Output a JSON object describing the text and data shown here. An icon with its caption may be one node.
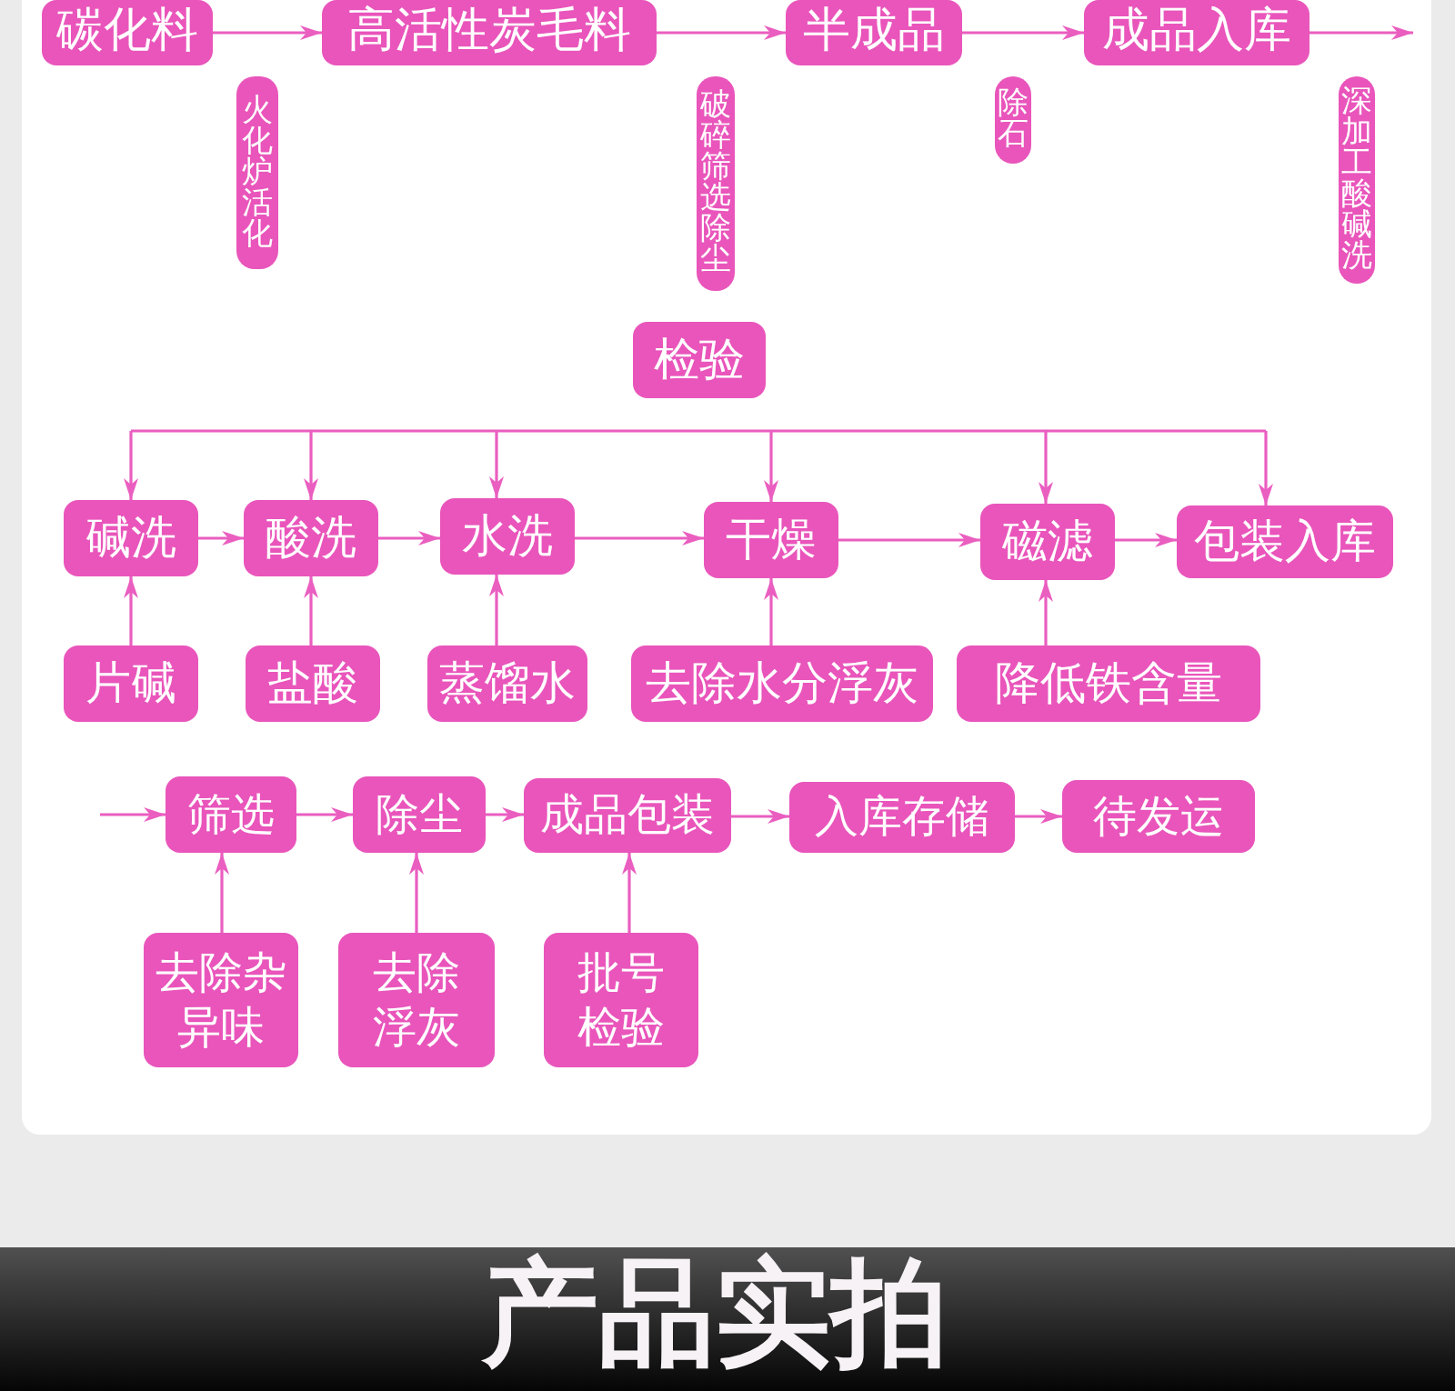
{
  "diagram": {
    "nodes": [
      {
        "text": [
          "碳化料"
        ]
      },
      {
        "text": [
          "火化炉活化"
        ]
      },
      {
        "text": [
          "高活性炭毛料"
        ]
      },
      {
        "text": [
          "破碎筛选除尘"
        ]
      },
      {
        "text": [
          "半成品"
        ]
      },
      {
        "text": [
          "除石"
        ]
      },
      {
        "text": [
          "成品入库"
        ]
      },
      {
        "text": [
          "深加工酸碱洗"
        ]
      },
      {
        "text": [
          "检验"
        ]
      },
      {
        "text": [
          "碱洗"
        ]
      },
      {
        "text": [
          "酸洗"
        ]
      },
      {
        "text": [
          "水洗"
        ]
      },
      {
        "text": [
          "干燥"
        ]
      },
      {
        "text": [
          "磁滤"
        ]
      },
      {
        "text": [
          "包装入库"
        ]
      },
      {
        "text": [
          "片碱"
        ]
      },
      {
        "text": [
          "盐酸"
        ]
      },
      {
        "text": [
          "蒸馏水"
        ]
      },
      {
        "text": [
          "去除水分浮灰"
        ]
      },
      {
        "text": [
          "降低铁含量"
        ]
      },
      {
        "text": [
          "筛选"
        ]
      },
      {
        "text": [
          "除尘"
        ]
      },
      {
        "text": [
          "成品包装"
        ]
      },
      {
        "text": [
          "入库存储"
        ]
      },
      {
        "text": [
          "待发运"
        ]
      },
      {
        "text": [
          "去除杂异味"
        ]
      },
      {
        "text": [
          "去除浮灰"
        ]
      },
      {
        "text": [
          "批号检验"
        ]
      }
    ],
    "edges": [
      {
        "from": 0,
        "to": 2,
        "arrow": "to"
      },
      {
        "from": 2,
        "to": 4,
        "arrow": "to"
      },
      {
        "from": 4,
        "to": 6,
        "arrow": "to"
      },
      {
        "from": 6,
        "to": null,
        "arrow": "to"
      },
      {
        "from": null,
        "to": 9,
        "arrow": "to"
      },
      {
        "from": null,
        "to": 10,
        "arrow": "to"
      },
      {
        "from": null,
        "to": 11,
        "arrow": "to"
      },
      {
        "from": null,
        "to": 12,
        "arrow": "to"
      },
      {
        "from": null,
        "to": 13,
        "arrow": "to"
      },
      {
        "from": null,
        "to": 14,
        "arrow": "to"
      },
      {
        "from": 9,
        "to": 10,
        "arrow": "to"
      },
      {
        "from": 10,
        "to": 11,
        "arrow": "to"
      },
      {
        "from": 11,
        "to": 12,
        "arrow": "to"
      },
      {
        "from": 12,
        "to": 13,
        "arrow": "to"
      },
      {
        "from": 13,
        "to": 14,
        "arrow": "to"
      },
      {
        "from": 15,
        "to": 9,
        "arrow": "to"
      },
      {
        "from": 16,
        "to": 10,
        "arrow": "to"
      },
      {
        "from": 17,
        "to": 11,
        "arrow": "to"
      },
      {
        "from": 18,
        "to": 12,
        "arrow": "to"
      },
      {
        "from": 19,
        "to": 13,
        "arrow": "to"
      },
      {
        "from": null,
        "to": 20,
        "arrow": "to"
      },
      {
        "from": 20,
        "to": 21,
        "arrow": "to"
      },
      {
        "from": 21,
        "to": 22,
        "arrow": "to"
      },
      {
        "from": 22,
        "to": 23,
        "arrow": "to"
      },
      {
        "from": 23,
        "to": 24,
        "arrow": "to"
      },
      {
        "from": 25,
        "to": 20,
        "arrow": "to"
      },
      {
        "from": 26,
        "to": 21,
        "arrow": "to"
      },
      {
        "from": 27,
        "to": 22,
        "arrow": "to"
      }
    ],
    "labels": [
      "产品实拍"
    ]
  }
}
